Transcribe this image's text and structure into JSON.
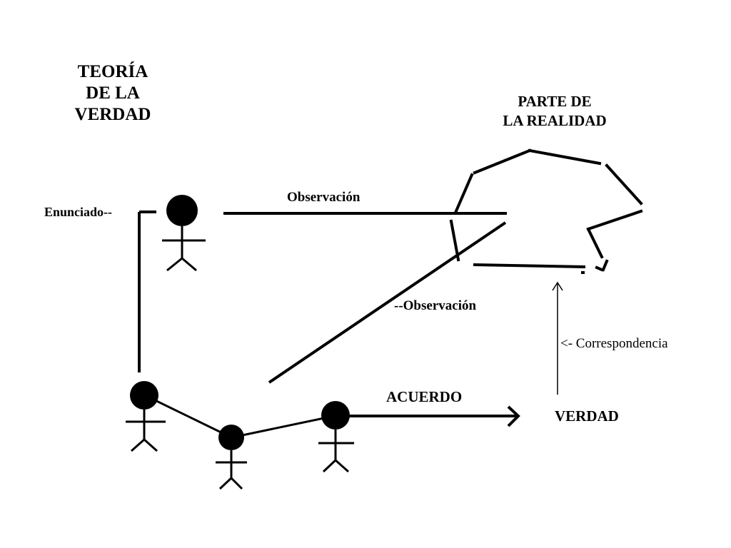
{
  "title": {
    "lines": [
      "TEORÍA",
      "DE LA",
      "VERDAD"
    ]
  },
  "reality": {
    "lines": [
      "PARTE DE",
      "LA REALIDAD"
    ]
  },
  "labels": {
    "enunciado": "Enunciado--",
    "observacion_top": "Observación",
    "observacion_diag": "--Observación",
    "acuerdo": "ACUERDO",
    "verdad": "VERDAD",
    "correspondencia": "<- Correspondencia"
  },
  "colors": {
    "ink": "#000000",
    "background": "#ffffff"
  }
}
